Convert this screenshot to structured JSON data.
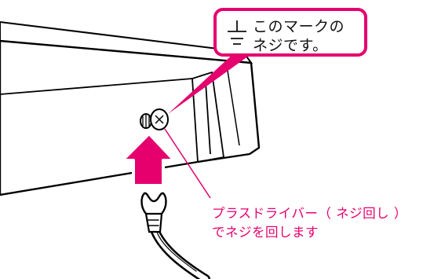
{
  "callout": {
    "line1": "このマークの",
    "line2": "ネジです。",
    "symbol_icon": "ground-terminal-icon",
    "border_color": "#e5006e"
  },
  "instruction": {
    "line1": "プラスドライバー（ ネジ回し ）",
    "line2": "でネジを回します",
    "color": "#e5006e"
  },
  "arrow": {
    "color": "#e5006e",
    "direction": "up"
  }
}
